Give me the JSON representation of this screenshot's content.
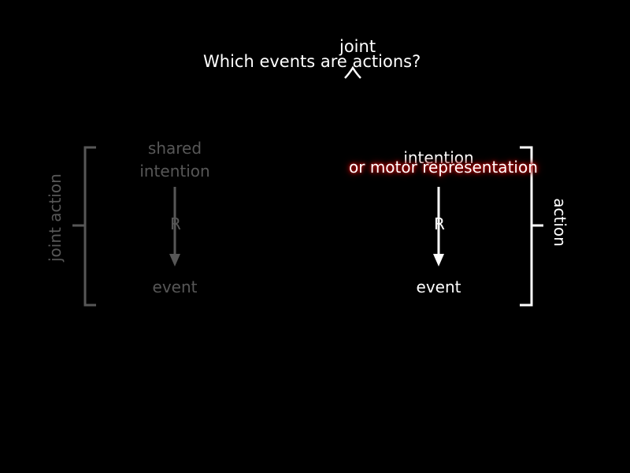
{
  "title": {
    "question": "Which events are  actions?",
    "inserted_word": "joint"
  },
  "left": {
    "top_label_line1": "shared",
    "top_label_line2": "intention",
    "relation": "R",
    "bottom_label": "event",
    "bracket_label": "joint action",
    "color": "#575757"
  },
  "right": {
    "top_label": "intention",
    "overlay_label": "or motor representation",
    "relation": "R",
    "bottom_label": "event",
    "bracket_label": "action",
    "color": "#ffffff",
    "overlay_glow": "#b30000"
  }
}
